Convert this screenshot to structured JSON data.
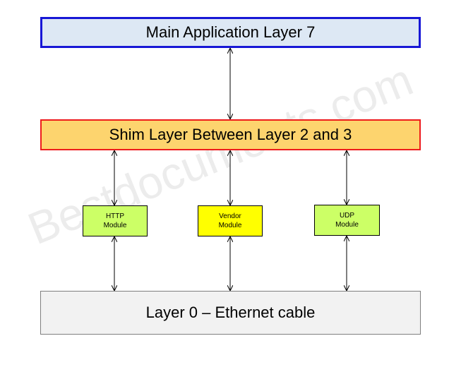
{
  "diagram": {
    "top_box": {
      "label": "Main Application Layer 7",
      "fill": "#dde8f4",
      "border": "#1717d6"
    },
    "shim_box": {
      "label": "Shim Layer Between Layer 2 and 3",
      "fill": "#fdd46e",
      "border": "#ee1c1c"
    },
    "bottom_box": {
      "label": "Layer 0 – Ethernet cable",
      "fill": "#f2f2f2",
      "border": "#7f7f7f"
    },
    "modules": [
      {
        "label": "HTTP\nModule",
        "fill": "#ccff66"
      },
      {
        "label": "Vendor\nModule",
        "fill": "#ffff00"
      },
      {
        "label": "UDP\nModule",
        "fill": "#ccff66"
      }
    ],
    "watermark": "Bestdocuments.com"
  }
}
